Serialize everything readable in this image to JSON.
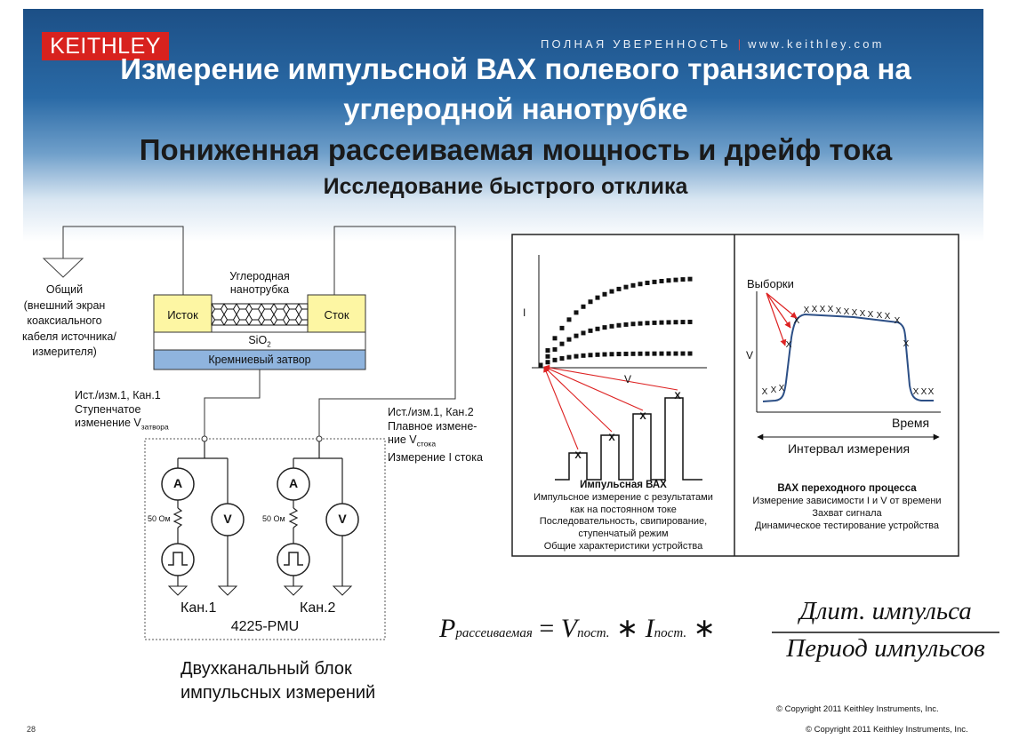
{
  "header": {
    "logo": "KEITHLEY",
    "tagline_left": "ПОЛНАЯ УВЕРЕННОСТЬ",
    "tagline_sep": "|",
    "tagline_right": "www.keithley.com",
    "title_line1": "Измерение импульсной ВАХ полевого транзистора на",
    "title_line2": "углеродной нанотрубке",
    "title_line3": "Пониженная рассеиваемая мощность и дрейф тока",
    "title_line4": "Исследование быстрого отклика"
  },
  "circuit": {
    "ground_label": [
      "Общий",
      "(внешний экран",
      "коаксиального",
      "кабеля источника/",
      "измерителя)"
    ],
    "nanotube_label": [
      "Углеродная",
      "нанотрубка"
    ],
    "source_label": "Исток",
    "drain_label": "Сток",
    "oxide_label": "SiO",
    "oxide_sub": "2",
    "gate_label": "Кремниевый затвор",
    "ch1_lines": [
      "Ист./изм.1, Кан.1",
      "Ступенчатое"
    ],
    "ch1_last": "изменение V",
    "ch1_sub": "затвора",
    "ch2_lines": [
      "Ист./изм.1, Кан.2",
      "Плавное измене-"
    ],
    "ch2_mid": "ние V",
    "ch2_sub": "стока",
    "ch2_last": "Измерение I стока",
    "ammeter": "A",
    "voltmeter": "V",
    "resistor": "50 Ом",
    "ch1_name": "Кан.1",
    "ch2_name": "Кан.2",
    "unit_name": "4225-PMU",
    "block_caption": [
      "Двухканальный блок",
      "импульсных измерений"
    ]
  },
  "panel_left": {
    "y_axis": "I",
    "x_axis": "V",
    "marker": "X",
    "caption": [
      "Импульсная ВАХ",
      "Импульсное измерение с результатами",
      "как на постоянном токе",
      "Последовательность, свипирование,",
      "ступенчатый режим",
      "Общие характеристики устройства"
    ]
  },
  "panel_right": {
    "samples_label": "Выборки",
    "y_axis": "V",
    "x_axis": "Время",
    "interval_label": "Интервал измерения",
    "marker": "X",
    "caption": [
      "ВАХ переходного процесса",
      "Измерение зависимости I и V от времени",
      "Захват сигнала",
      "Динамическое тестирование устройства"
    ]
  },
  "formula": {
    "p": "P",
    "p_sub": "рассеиваемая",
    "eq": "=",
    "v": "V",
    "v_sub": "пост.",
    "star1": "∗",
    "i": "I",
    "i_sub": "пост.",
    "star2": "∗",
    "numerator": "Длит. импульса",
    "denominator": "Период импульсов"
  },
  "footer": {
    "page_number": "28",
    "copyright_upper": "© Copyright 2011 Keithley Instruments, Inc.",
    "copyright_lower": "© Copyright 2011 Keithley Instruments, Inc."
  }
}
